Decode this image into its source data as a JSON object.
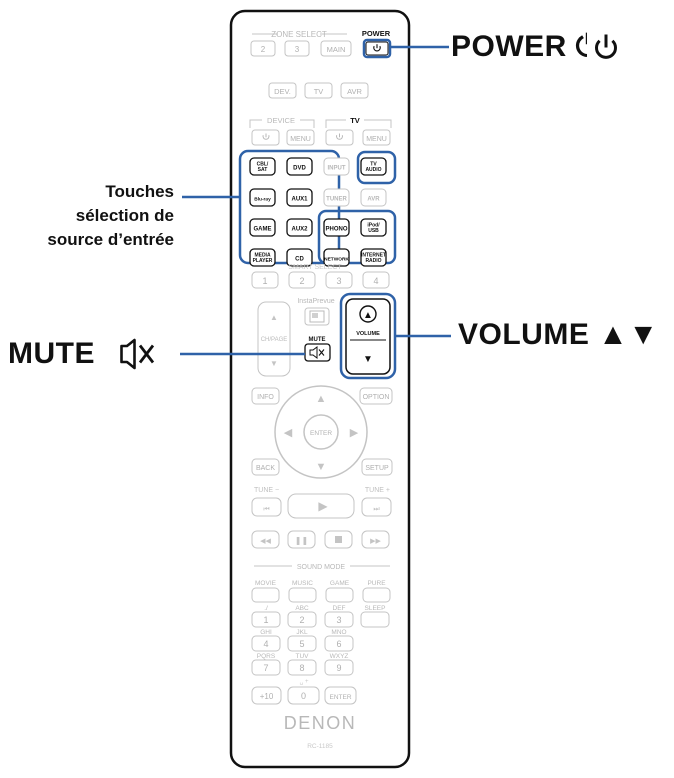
{
  "callouts": {
    "power": "POWER ⏻",
    "volume": "VOLUME ▲▼",
    "mute": "MUTE 🔇︎",
    "mute_text": "MUTE",
    "source_lines": [
      "Touches",
      "sélection de",
      "source d’entrée"
    ]
  },
  "remote": {
    "zone_select": "ZONE SELECT",
    "power": "POWER",
    "zone_buttons": [
      "2",
      "3",
      "MAIN"
    ],
    "mode_buttons": [
      "DEV.",
      "TV",
      "AVR"
    ],
    "device": "DEVICE",
    "tv": "TV",
    "menu": "MENU",
    "sources": [
      [
        "CBL/\nSAT",
        "DVD",
        "INPUT",
        "TV\nAUDIO"
      ],
      [
        "Blu-ray",
        "AUX1",
        "TUNER",
        "AVR"
      ],
      [
        "GAME",
        "AUX2",
        "PHONO",
        "iPod/\nUSB"
      ],
      [
        "MEDIA\nPLAYER",
        "CD",
        "NETWORK",
        "INTERNET\nRADIO"
      ]
    ],
    "smart_select": "SMART SELECT",
    "smart_buttons": [
      "1",
      "2",
      "3",
      "4"
    ],
    "instaprevue": "InstaPrevue",
    "ch_page": "CH/PAGE",
    "volume": "VOLUME",
    "mute": "MUTE",
    "info": "INFO",
    "option": "OPTION",
    "enter": "ENTER",
    "back": "BACK",
    "setup": "SETUP",
    "tune_minus": "TUNE −",
    "tune_plus": "TUNE +",
    "sound_mode": "SOUND MODE",
    "sound_buttons": [
      "MOVIE",
      "MUSIC",
      "GAME",
      "PURE"
    ],
    "sleep": "SLEEP",
    "keypad": [
      {
        "sub": "./",
        "num": "1"
      },
      {
        "sub": "ABC",
        "num": "2"
      },
      {
        "sub": "DEF",
        "num": "3"
      },
      {
        "sub": "GHI",
        "num": "4"
      },
      {
        "sub": "JKL",
        "num": "5"
      },
      {
        "sub": "MNO",
        "num": "6"
      },
      {
        "sub": "PQRS",
        "num": "7"
      },
      {
        "sub": "TUV",
        "num": "8"
      },
      {
        "sub": "WXYZ",
        "num": "9"
      }
    ],
    "plus10": "+10",
    "zero": "0",
    "enter_small": "ENTER",
    "brand": "DENON",
    "model": "RC-1185"
  },
  "colors": {
    "highlight": "#2f62a8",
    "outline": "#111111",
    "ghost": "#c4c4c4"
  }
}
